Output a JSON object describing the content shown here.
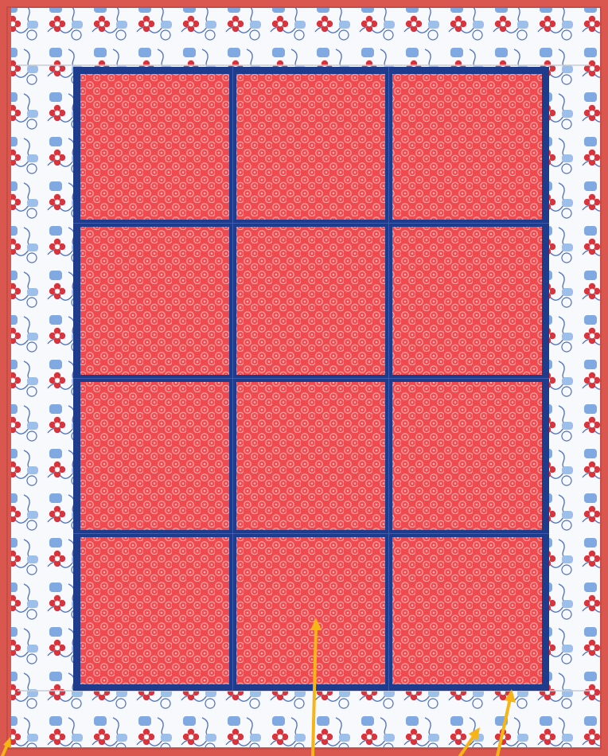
{
  "quilt": {
    "grid_rows": 4,
    "grid_cols": 3,
    "colors": {
      "binding": "#d9574f",
      "border_background": "#f7f9fd",
      "border_flower_red": "#d8343d",
      "border_flower_blue": "#6f9fd9",
      "border_line_blue": "#4f6fb8",
      "sashing": "#1f3c8c",
      "block_fabric": "#ee4a4f",
      "block_circle": "#f78a8a",
      "arrow": "#f6b417"
    },
    "arrows": [
      "binding-arrow",
      "block-arrow",
      "border-arrow",
      "sashing-arrow"
    ]
  }
}
